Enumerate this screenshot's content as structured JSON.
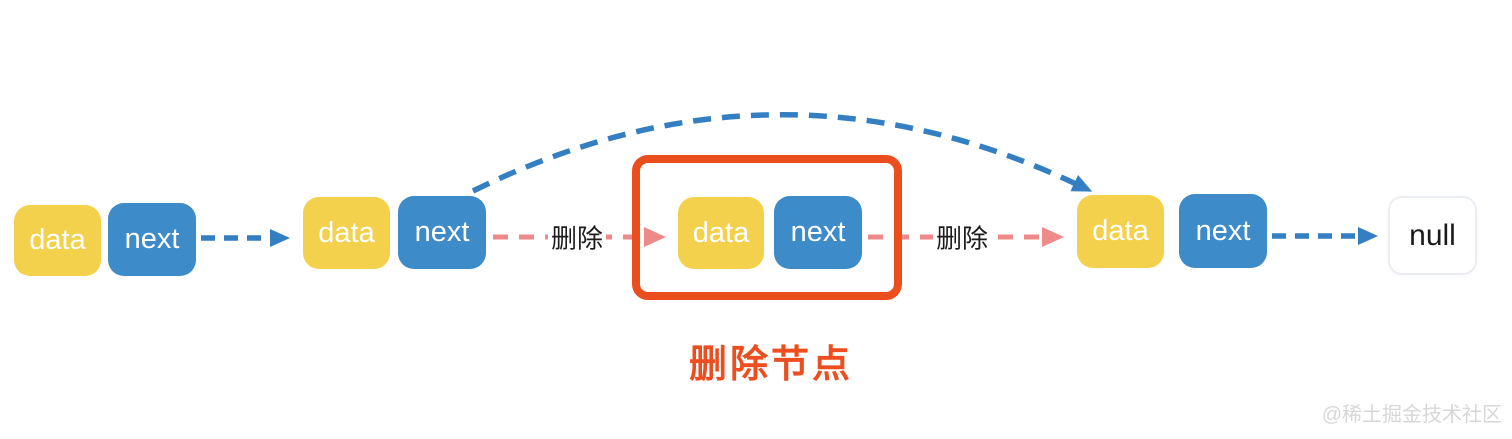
{
  "diagram": {
    "title_caption": "删除节点",
    "watermark": "@稀土掘金技术社区",
    "labels": {
      "data": "data",
      "next": "next",
      "null_text": "null",
      "delete": "删除"
    },
    "nodes": [
      {
        "index": 1,
        "data": "data",
        "next": "next"
      },
      {
        "index": 2,
        "data": "data",
        "next": "next"
      },
      {
        "index": 3,
        "data": "data",
        "next": "next",
        "highlighted": true
      },
      {
        "index": 4,
        "data": "data",
        "next": "next"
      }
    ],
    "terminator": "null",
    "arrows": [
      {
        "from": "node1.next",
        "to": "node2.data",
        "style": "blue-dashed"
      },
      {
        "from": "node2.next",
        "to": "node4.data",
        "style": "blue-dashed-curved",
        "meaning": "pointer bypasses deleted node"
      },
      {
        "from": "node2.next",
        "to": "node3.data",
        "style": "pink-dashed",
        "label": "删除"
      },
      {
        "from": "node3.next",
        "to": "node4.data",
        "style": "pink-dashed",
        "label": "删除"
      },
      {
        "from": "node4.next",
        "to": "null",
        "style": "blue-dashed"
      }
    ],
    "highlight": {
      "target_node": 3,
      "shape": "rounded-rect",
      "caption": "删除节点"
    },
    "colors": {
      "data_box": "#F4D14C",
      "next_box": "#3D8BC8",
      "arrow_blue": "#337FC2",
      "arrow_pink": "#EF8A8A",
      "highlight_red": "#EA4E1D",
      "caption_red": "#ED4E1F",
      "null_border": "#EAEEF3",
      "label_text": "#1C1C1C",
      "watermark_gray": "#D7D7D7",
      "background": "#FFFFFF"
    }
  }
}
